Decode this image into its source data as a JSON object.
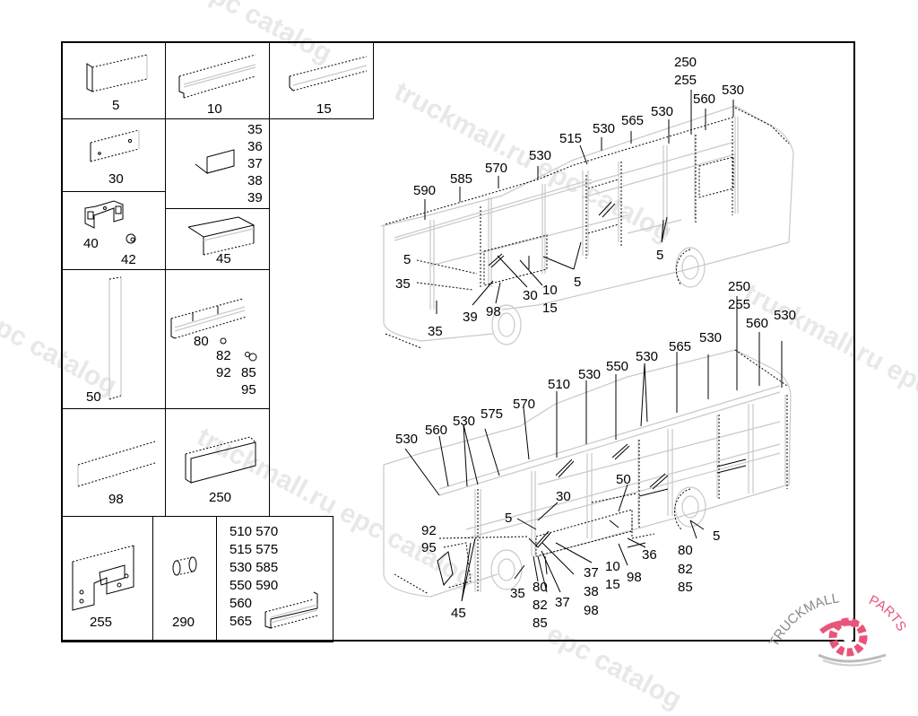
{
  "watermark": {
    "text_1": "truckmall.ru epc catalog",
    "text_2": "epc catalog",
    "brand_left": "TRUCKMALL",
    "brand_right": "PARTS",
    "brand_color": "#e8557a"
  },
  "legend": {
    "cells": [
      {
        "id": "c5",
        "labels": [
          "5"
        ],
        "icon": "flat-strip-part-icon"
      },
      {
        "id": "c10",
        "labels": [
          "10"
        ],
        "icon": "z-profile-rail-icon"
      },
      {
        "id": "c15",
        "labels": [
          "15"
        ],
        "icon": "angle-rail-icon"
      },
      {
        "id": "c30",
        "labels": [
          "30"
        ],
        "icon": "flat-plate-icon"
      },
      {
        "id": "c35",
        "labels": [
          "35",
          "36",
          "37",
          "38",
          "39"
        ],
        "icon": "angle-bracket-icon"
      },
      {
        "id": "c40",
        "labels": [
          "40",
          "42"
        ],
        "icon": "u-bracket-and-bolt-icon"
      },
      {
        "id": "c45",
        "labels": [
          "45"
        ],
        "icon": "l-cover-icon"
      },
      {
        "id": "c50",
        "labels": [
          "50"
        ],
        "icon": "vertical-strip-icon"
      },
      {
        "id": "c80",
        "labels": [
          "80",
          "82",
          "92",
          "85",
          "95"
        ],
        "icon": "rail-with-fasteners-icon"
      },
      {
        "id": "c98",
        "labels": [
          "98"
        ],
        "icon": "thin-strip-icon"
      },
      {
        "id": "c250",
        "labels": [
          "250"
        ],
        "icon": "box-profile-icon"
      },
      {
        "id": "c255",
        "labels": [
          "255"
        ],
        "icon": "formed-bracket-icon"
      },
      {
        "id": "c290",
        "labels": [
          "290"
        ],
        "icon": "sleeve-icon"
      },
      {
        "id": "c510",
        "labels": [
          "510 570",
          "515 575",
          "530 585",
          "550 590",
          "560",
          "565"
        ],
        "icon": "channel-profile-icon"
      }
    ]
  },
  "upper_view": {
    "callouts": [
      "250",
      "255",
      "560",
      "530",
      "530",
      "565",
      "530",
      "515",
      "530",
      "570",
      "585",
      "590",
      "5",
      "35",
      "39",
      "98",
      "30",
      "10",
      "15",
      "5",
      "5",
      "35"
    ]
  },
  "lower_view": {
    "callouts": [
      "250",
      "255",
      "560",
      "530",
      "565",
      "530",
      "530",
      "550",
      "530",
      "510",
      "570",
      "575",
      "530",
      "560",
      "530",
      "50",
      "30",
      "5",
      "92",
      "95",
      "5",
      "36",
      "80",
      "82",
      "85",
      "10",
      "15",
      "98",
      "37",
      "38",
      "98",
      "37",
      "80",
      "82",
      "85",
      "35",
      "45"
    ]
  }
}
